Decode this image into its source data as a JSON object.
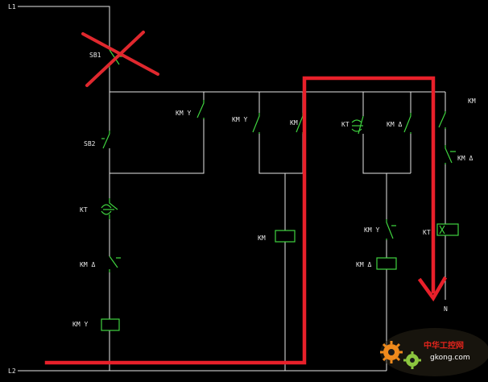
{
  "labels": {
    "l1": "L1",
    "l2": "L2",
    "n": "N",
    "sb1": "SB1",
    "sb2": "SB2",
    "kt_left": "KT",
    "kmd_left": "KM Δ",
    "kmy_coil_left": "KM Y",
    "kmy_contact1": "KM Y",
    "kmy_contact2": "KM Y",
    "km_contact2": "KM",
    "km_coil_mid": "KM",
    "kt_contact3": "KT",
    "kmd_contact3": "KM Δ",
    "kmy_contact_r": "KM Y",
    "kmd_coil_r": "KM Δ",
    "km_top_right": "KM",
    "kmd_contact4": "KM Δ",
    "kt_coil_r": "KT"
  },
  "watermark": {
    "line1": "中华工控网",
    "line2": "gkong.com"
  },
  "colors": {
    "background": "#000000",
    "wire": "#e6e6e6",
    "contact": "#3fd33f",
    "annotation": "#e8202a"
  }
}
